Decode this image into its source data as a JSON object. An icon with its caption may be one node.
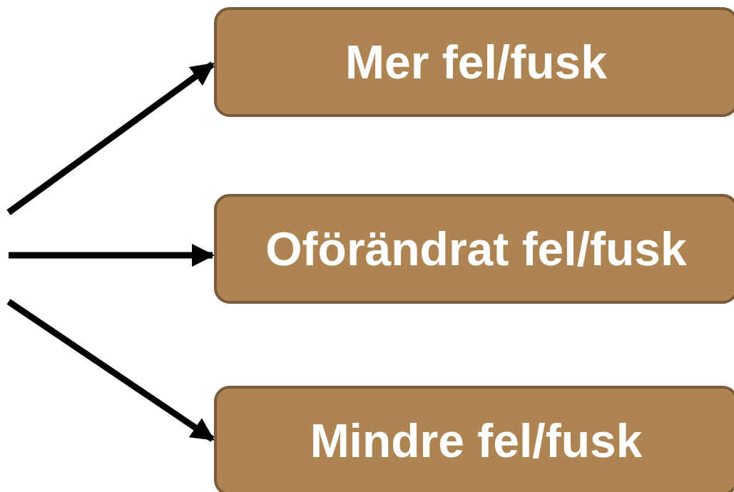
{
  "diagram": {
    "nodes": [
      {
        "text": [
          "Mer fel/fusk"
        ]
      },
      {
        "text": [
          "Oförändrat fel/fusk"
        ]
      },
      {
        "text": [
          "Mindre fel/fusk"
        ]
      }
    ],
    "edges": [
      {
        "from": null,
        "to": 0,
        "arrow": "to"
      },
      {
        "from": null,
        "to": 1,
        "arrow": "to"
      },
      {
        "from": null,
        "to": 2,
        "arrow": "to"
      }
    ]
  }
}
